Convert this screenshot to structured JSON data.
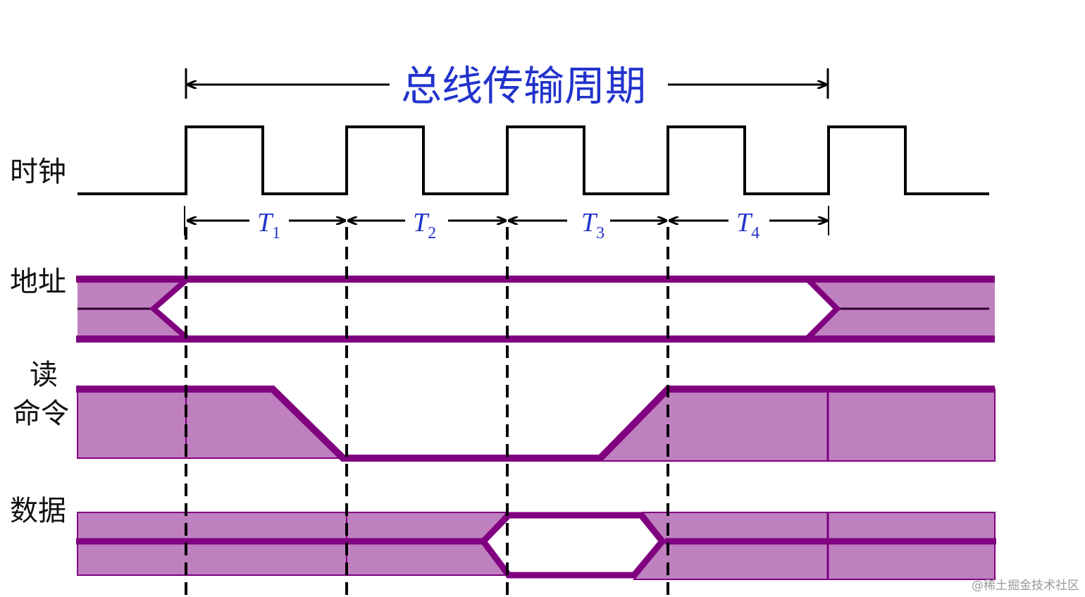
{
  "title": "总线传输周期",
  "signals": {
    "clock": "时钟",
    "address": "地址",
    "read_command_line1": "读",
    "read_command_line2": "命令",
    "data": "数据"
  },
  "periods": [
    {
      "main": "T",
      "sub": "1"
    },
    {
      "main": "T",
      "sub": "2"
    },
    {
      "main": "T",
      "sub": "3"
    },
    {
      "main": "T",
      "sub": "4"
    }
  ],
  "watermark": "@稀土掘金技术社区",
  "colors": {
    "signal_purple": "#800080",
    "fill_purple": "#bf80bf",
    "title_blue": "#2233cc",
    "line_black": "#000000"
  }
}
